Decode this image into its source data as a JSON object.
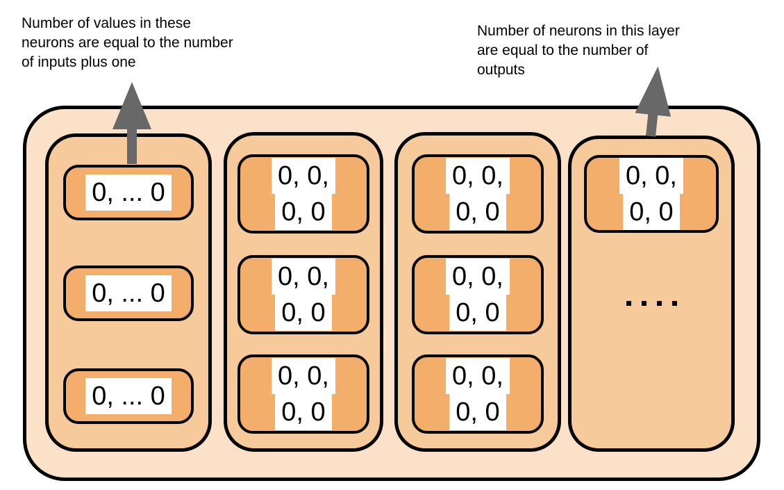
{
  "annotations": {
    "left": "Number of values in these\nneurons are equal to the number\nof inputs plus one",
    "right": "Number of neurons in this layer\nare equal to the number of\noutputs"
  },
  "network": {
    "layers": [
      {
        "role": "first-layer",
        "neurons": [
          {
            "lines": [
              "0, ... 0"
            ]
          },
          {
            "lines": [
              "0, ... 0"
            ]
          },
          {
            "lines": [
              "0, ... 0"
            ]
          }
        ]
      },
      {
        "role": "hidden-layer-1",
        "neurons": [
          {
            "lines": [
              "0, 0,",
              "0, 0"
            ]
          },
          {
            "lines": [
              "0, 0,",
              "0, 0"
            ]
          },
          {
            "lines": [
              "0, 0,",
              "0, 0"
            ]
          }
        ]
      },
      {
        "role": "hidden-layer-2",
        "neurons": [
          {
            "lines": [
              "0, 0,",
              "0, 0"
            ]
          },
          {
            "lines": [
              "0, 0,",
              "0, 0"
            ]
          },
          {
            "lines": [
              "0, 0,",
              "0, 0"
            ]
          }
        ]
      },
      {
        "role": "output-layer",
        "neurons": [
          {
            "lines": [
              "0, 0,",
              "0, 0"
            ]
          }
        ],
        "ellipsis_dot_count": 4
      }
    ]
  },
  "colors": {
    "container_fill": "#fae1c8",
    "layer_fill": "#f6ca9b",
    "neuron_fill": "#f4ae6b",
    "value_highlight": "#ffffff",
    "outline": "#000000",
    "arrow": "#686868",
    "text": "#000000"
  }
}
